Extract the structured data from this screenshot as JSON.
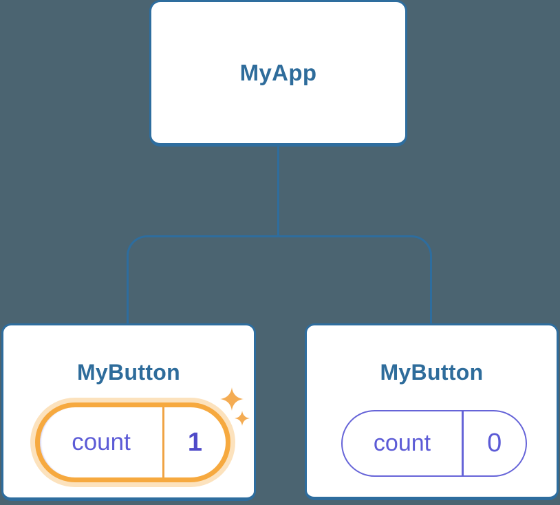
{
  "canvas": {
    "background": "#4B6471"
  },
  "palette": {
    "node_border_blue": "#2E6D9E",
    "node_title_blue": "#2E6C9B",
    "connector_blue": "#2E6D9E",
    "state_text_purple": "#5C5BD6",
    "state_value_purple": "#4F4AC8",
    "pill_border_purple": "#6664D8",
    "highlight_orange": "#F6A93F",
    "highlight_halo_orange": "#FAD9A4",
    "divider_orange": "#F0A343",
    "sparkle_orange": "#F4AC53",
    "node_fill": "#FFFFFF"
  },
  "icons": {
    "sparkle_large": "sparkle-large-icon",
    "sparkle_small": "sparkle-small-icon"
  },
  "tree": {
    "root": {
      "label": "MyApp"
    },
    "children": [
      {
        "label": "MyButton",
        "state": {
          "key": "count",
          "value": "1"
        },
        "highlighted": true
      },
      {
        "label": "MyButton",
        "state": {
          "key": "count",
          "value": "0"
        },
        "highlighted": false
      }
    ]
  }
}
